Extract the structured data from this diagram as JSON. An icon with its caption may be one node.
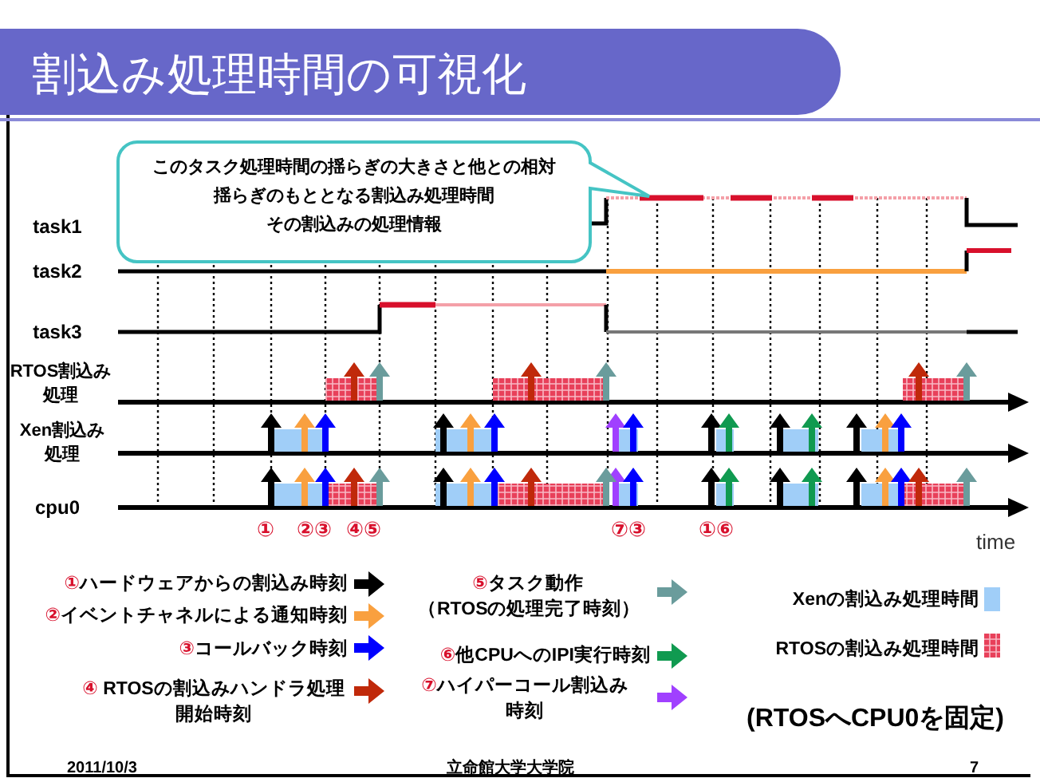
{
  "diagram": {
    "title": "割込み処理時間の可視化",
    "nodes": [
      {
        "text": [
          "このタスク処理時間の揺らぎの大きさと他との相対",
          "揺らぎのもととなる割込み処理時間",
          "その割込みの処理情報"
        ]
      }
    ],
    "labels": [
      "task1",
      "task2",
      "task3",
      "RTOS割込み処理",
      "Xen割込み処理",
      "cpu0",
      "①",
      "②③",
      "④⑤",
      "⑦③",
      "①⑥",
      "time",
      "(RTOSへCPU0を固定)",
      "2011/10/3",
      "立命館大学大学院",
      "7"
    ],
    "legend": [
      {
        "text": "①ハードウェアからの割込み時刻",
        "color": "#000000"
      },
      {
        "text": "②イベントチャネルによる通知時刻",
        "color": "#f9a03f"
      },
      {
        "text": "③コールバック時刻",
        "color": "#0000ff"
      },
      {
        "text": "④ RTOSの割込みハンドラ処理開始時刻",
        "color": "#c0290a"
      },
      {
        "text": "⑤タスク動作（RTOSの処理完了時刻）",
        "color": "#6a9c9c"
      },
      {
        "text": "⑥他CPUへのIPI実行時刻",
        "color": "#109a50"
      },
      {
        "text": "⑦ハイパーコール割込み時刻",
        "color": "#a040ff"
      },
      {
        "text": "Xenの割込み処理時間",
        "color": "#a0cef8"
      },
      {
        "text": "RTOSの割込み処理時間",
        "color": "#e8405a"
      }
    ]
  }
}
